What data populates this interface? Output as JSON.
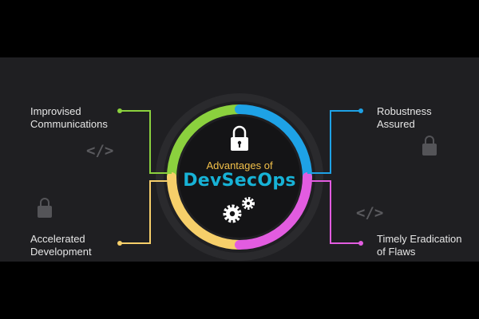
{
  "center": {
    "title": "Advantages of",
    "main": "DevSecOps"
  },
  "items": [
    {
      "label_line1": "Improvised",
      "label_line2": "Communications",
      "color": "#8bd13e"
    },
    {
      "label_line1": "Robustness",
      "label_line2": "Assured",
      "color": "#1ea2e6"
    },
    {
      "label_line1": "Accelerated",
      "label_line2": "Development",
      "color": "#f6cf6a"
    },
    {
      "label_line1": "Timely Eradication",
      "label_line2": "of Flaws",
      "color": "#e25ce0"
    }
  ],
  "icons": {
    "code_symbol": "</>"
  }
}
